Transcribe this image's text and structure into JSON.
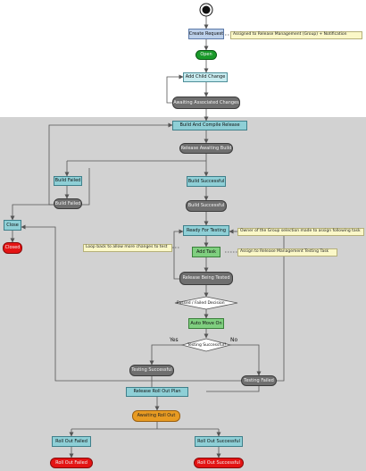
{
  "nodes": {
    "create_request": "Create Request",
    "open": "Open",
    "add_child_change": "Add Child Change",
    "awaiting_associated_changes": "Awaiting Associated Changes",
    "build_and_compile_release": "Build And Compile Release",
    "release_awaiting_build": "Release Awaiting Build",
    "build_failed": "Build Failed",
    "build_failed_state": "Build Failed",
    "build_successful": "Build Successful",
    "build_successful_state": "Build Successful",
    "close": "Close",
    "closed": "Closed",
    "ready_for_testing": "Ready For Testing",
    "add_task": "Add Task",
    "release_being_tested": "Release Being Tested",
    "passed_fail_decision": "Passed / Failed Decision",
    "auto_move_on": "Auto Move On",
    "testing_successful_decision": "Testing Successful?",
    "testing_successful": "Testing Successful",
    "testing_failed": "Testing Failed",
    "release_roll_out_plan": "Release Roll Out Plan",
    "awaiting_roll_out": "Awaiting Roll Out",
    "roll_out_failed": "Roll Out Failed",
    "roll_out_failed_state": "Roll Out Failed",
    "roll_out_successful": "Roll Out Successful",
    "roll_out_successful_state": "Roll Out Successful"
  },
  "branches": {
    "yes": "Yes",
    "no": "No"
  },
  "notes": {
    "n1": "Assigned to Release Management (Group) + Notification",
    "n2": "Loop back to allow more changes to test",
    "n3": "Owner of the Group selection made to assign following task",
    "n4": "Assign to Release Management Testing Task"
  },
  "colors": {
    "band": "#d2d2d2",
    "arrow": "#555555"
  }
}
